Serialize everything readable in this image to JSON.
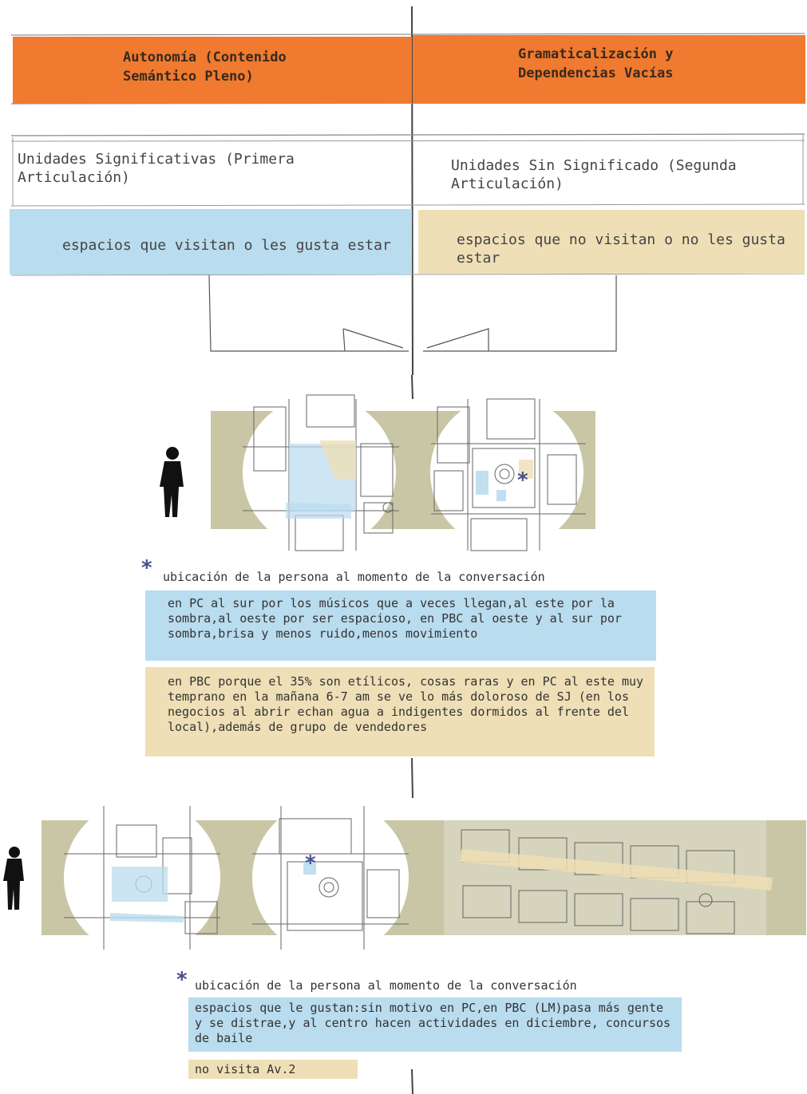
{
  "colors": {
    "orange": "#ef7a30",
    "blue": "#b9dcee",
    "tan": "#efdfb6",
    "olive": "#c9c6a6",
    "asterisk": "#4a4f8f"
  },
  "header": {
    "left": "Autonomía (Contenido Semántico Pleno)",
    "right": "Gramaticalización y Dependencias Vacías"
  },
  "row2": {
    "left": "Unidades Significativas (Primera Articulación)",
    "right": "Unidades Sin Significado (Segunda Articulación)"
  },
  "row3": {
    "left": "espacios que visitan o les gusta estar",
    "right": "espacios que no visitan o no les gusta estar"
  },
  "case1": {
    "asterisk": "*",
    "caption": "ubicación de la persona al momento de la conversación",
    "likes": "en PC al sur por los músicos que a veces llegan,al este por la sombra,al oeste por ser espacioso, en PBC al oeste y al sur por sombra,brisa y menos ruido,menos movimiento",
    "dislikes": "en PBC porque el 35% son etílicos, cosas raras y en PC al este muy temprano en la mañana 6-7 am se ve lo más doloroso de SJ (en los negocios al abrir echan agua a indigentes dormidos al frente del local),además de grupo de vendedores"
  },
  "case2": {
    "asterisk": "*",
    "caption": "ubicación de la persona al momento de la conversación",
    "likes": "espacios que le gustan:sin motivo en PC,en PBC (LM)pasa más gente y se distrae,y al centro hacen actividades en diciembre, concursos de baile",
    "dislikes": "no visita Av.2"
  },
  "icons": [
    "person-silhouette-icon",
    "asterisk-icon",
    "map-lens-icon"
  ]
}
